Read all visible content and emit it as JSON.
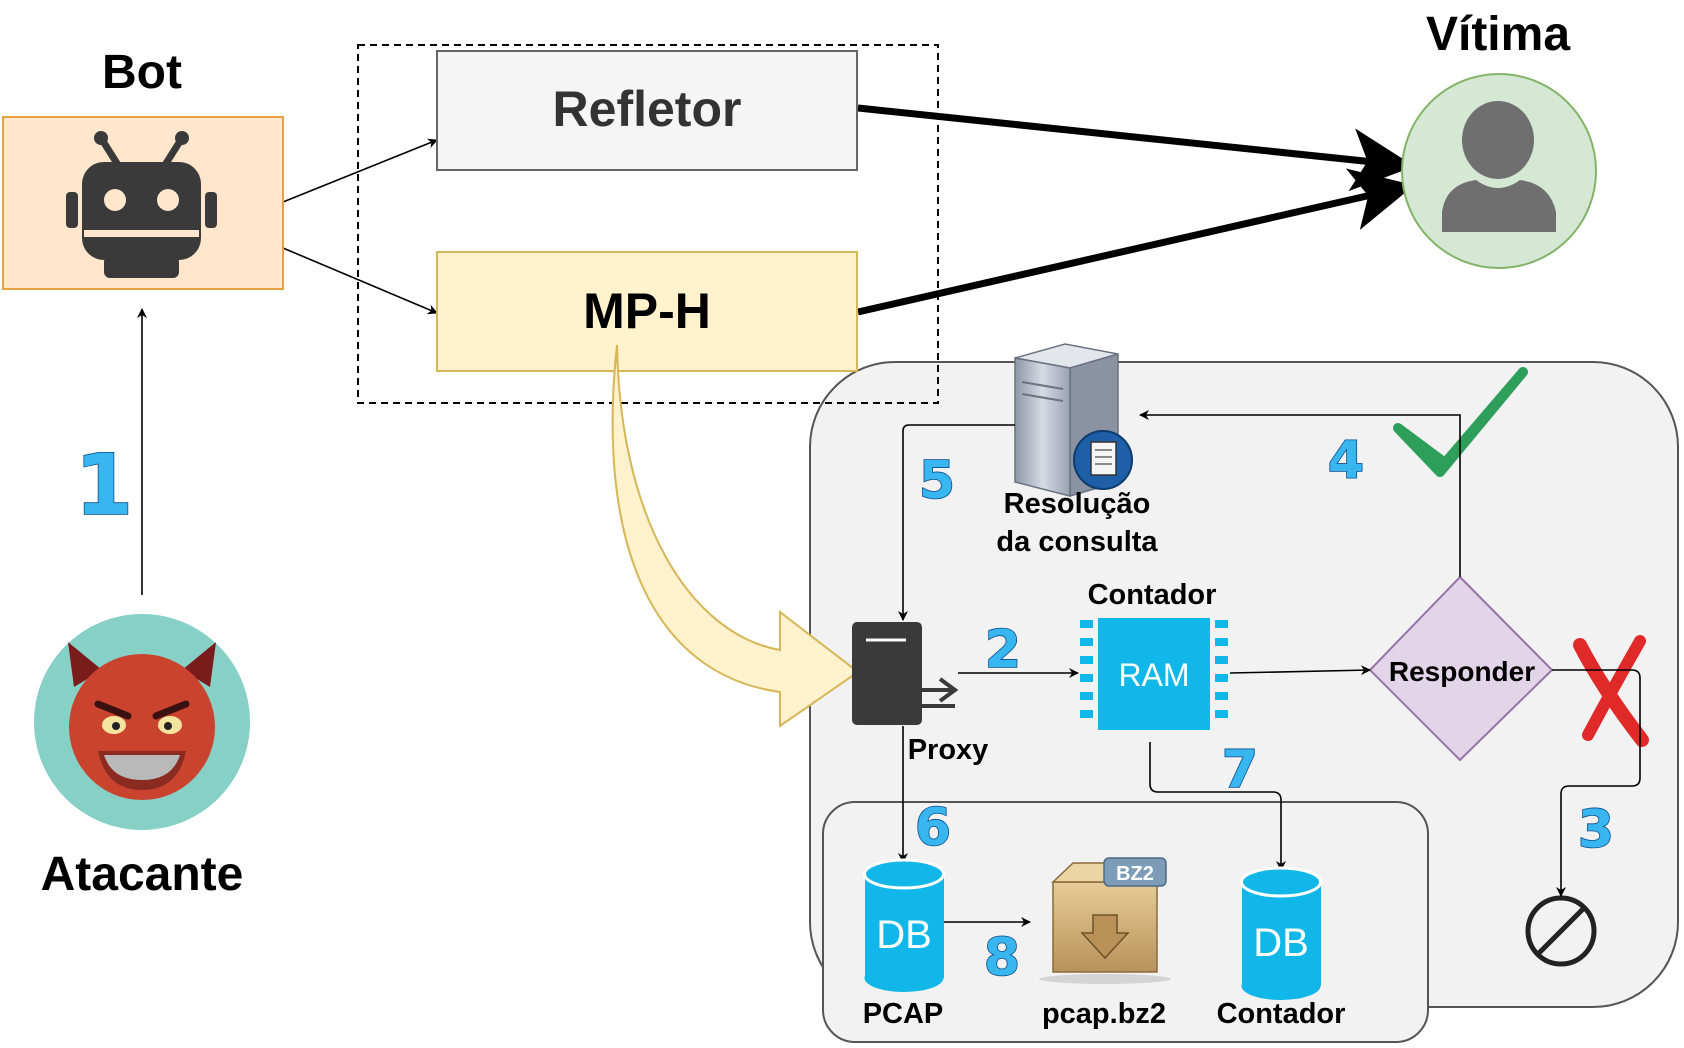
{
  "nodes": {
    "bot": "Bot",
    "attacker": "Atacante",
    "reflector": "Refletor",
    "mph": "MP-H",
    "victim": "Vítima",
    "resolution_line1": "Resolução",
    "resolution_line2": "da consulta",
    "counter_top": "Contador",
    "ram": "RAM",
    "proxy": "Proxy",
    "responder": "Responder",
    "pcap": "PCAP",
    "pcap_bz2": "pcap.bz2",
    "counter_db": "Contador",
    "db1": "DB",
    "db2": "DB",
    "bz2_tag": "BZ2"
  },
  "steps": {
    "s1": "1",
    "s2": "2",
    "s3": "3",
    "s4": "4",
    "s5": "5",
    "s6": "6",
    "s7": "7",
    "s8": "8"
  },
  "icons": {
    "bot": "robot-icon",
    "attacker": "devil-icon",
    "victim": "user-icon",
    "server": "server-icon",
    "proxy": "proxy-server-icon",
    "ram": "ram-chip-icon",
    "accept": "checkmark-icon",
    "reject": "x-icon",
    "block": "no-entry-icon",
    "db": "database-icon",
    "archive": "archive-box-icon"
  },
  "colors": {
    "bot_fill": "#ffe6cc",
    "bot_stroke": "#e6a23c",
    "mph_fill": "#fff2cc",
    "mph_stroke": "#d6b656",
    "reflector_fill": "#f5f5f5",
    "victim_fill": "#d5e8d4",
    "victim_stroke": "#82b366",
    "responder_fill": "#e1d5e7",
    "responder_stroke": "#9673a6",
    "db_blue": "#10b7e8",
    "step_blue": "#38b6f0",
    "check_green": "#2e9e5b",
    "reject_red": "#e02a2a"
  }
}
